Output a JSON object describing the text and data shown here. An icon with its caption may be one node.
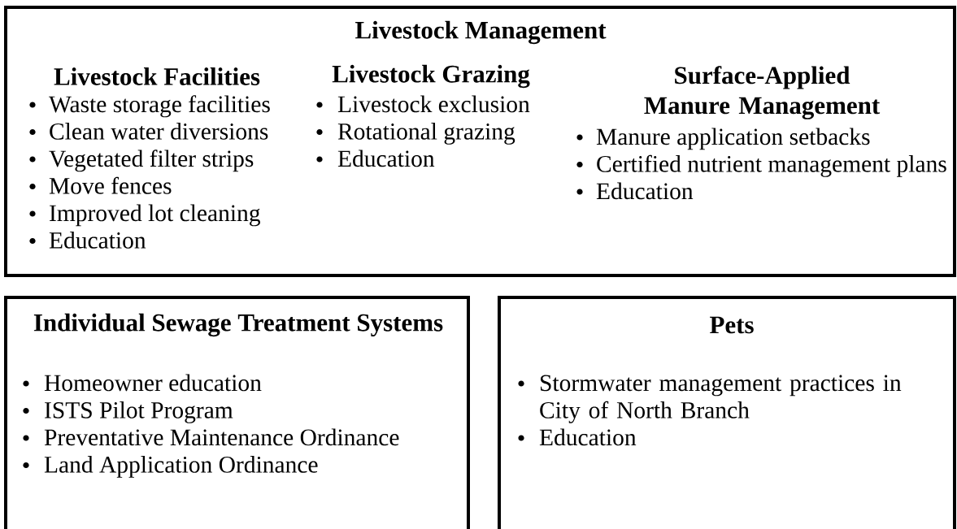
{
  "diagram": {
    "nodes": [
      {
        "text": [
          "Livestock Management",
          "Livestock Facilities",
          "Waste storage facilities",
          "Clean water diversions",
          "Vegetated filter strips",
          "Move fences",
          "Improved lot cleaning",
          "Education",
          "Livestock Grazing",
          "Livestock exclusion",
          "Rotational grazing",
          "Education",
          "Surface-Applied Manure Management",
          "Manure application setbacks",
          "Certified nutrient management plans",
          "Education"
        ]
      },
      {
        "text": [
          "Individual Sewage Treatment Systems",
          "Homeowner education",
          "ISTS Pilot Program",
          "Preventative Maintenance Ordinance",
          "Land Application Ordinance"
        ]
      },
      {
        "text": [
          "Pets",
          "Stormwater management practices in City of North Branch",
          "Education"
        ]
      }
    ]
  }
}
